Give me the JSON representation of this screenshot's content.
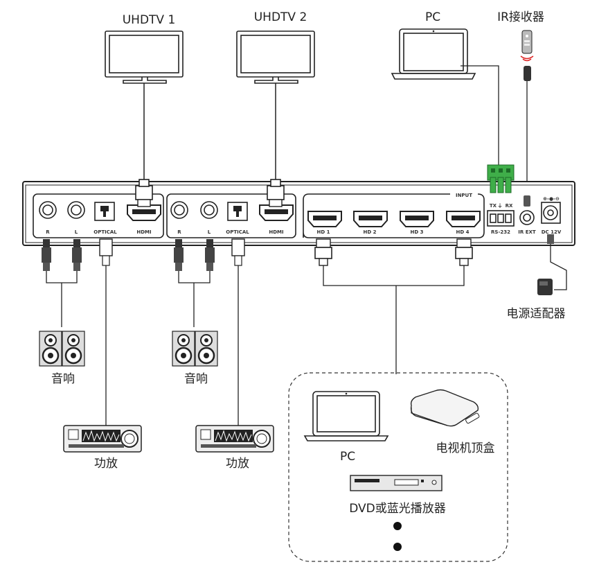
{
  "displays": [
    {
      "label": "UHDTV 1"
    },
    {
      "label": "UHDTV 2"
    }
  ],
  "top_devices": {
    "pc_label": "PC",
    "ir_label": "IR接收器"
  },
  "panel": {
    "input_label": "INPUT",
    "zone1": {
      "r": "R",
      "l": "L",
      "optical": "OPTICAL",
      "hdmi": "HDMI"
    },
    "zone2": {
      "r": "R",
      "l": "L",
      "optical": "OPTICAL",
      "hdmi": "HDMI"
    },
    "inputs": [
      "HD 1",
      "HD 2",
      "HD 3",
      "HD 4"
    ],
    "rs232": {
      "tx": "TX",
      "rx": "RX",
      "label": "RS-232"
    },
    "ir_ext": "IR EXT",
    "dc": "DC 12V"
  },
  "power_label": "电源适配器",
  "outputs": {
    "speaker_label_1": "音响",
    "speaker_label_2": "音响",
    "amp_label_1": "功放",
    "amp_label_2": "功放"
  },
  "sources": {
    "pc_label": "PC",
    "stb_label": "电视机顶盒",
    "dvd_label": "DVD或蓝光播放器"
  },
  "icons": [
    "monitor-icon",
    "laptop-icon",
    "ir-receiver-icon",
    "speaker-icon",
    "amplifier-icon",
    "set-top-box-icon",
    "dvd-player-icon",
    "power-adapter-icon"
  ]
}
